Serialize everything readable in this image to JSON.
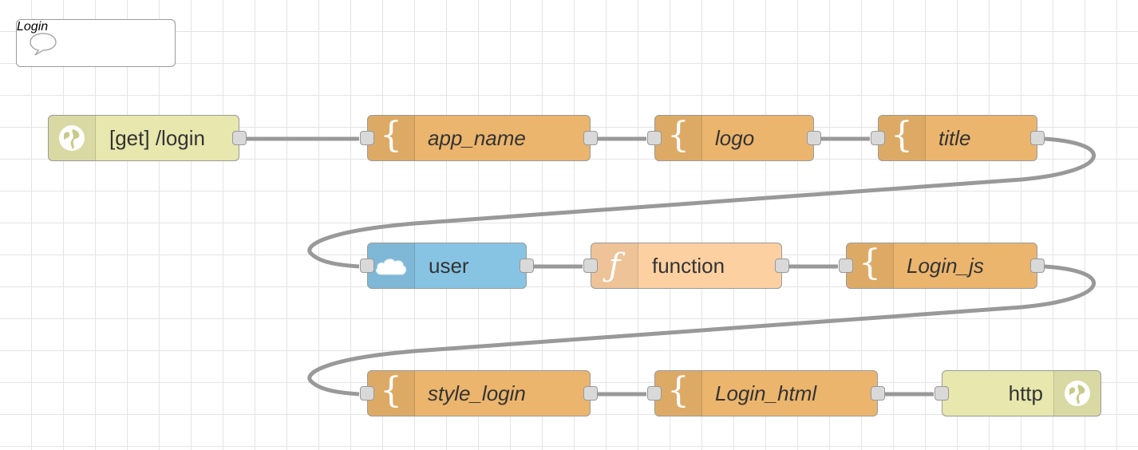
{
  "comment": {
    "label": "Login",
    "icon": "comment-icon"
  },
  "nodes": [
    {
      "id": "n1",
      "label": "[get] /login",
      "type": "http-in",
      "icon": "globe-icon",
      "italic": false
    },
    {
      "id": "n2",
      "label": "app_name",
      "type": "template",
      "icon": "brace-icon",
      "italic": true
    },
    {
      "id": "n3",
      "label": "logo",
      "type": "template",
      "icon": "brace-icon",
      "italic": true
    },
    {
      "id": "n4",
      "label": "title",
      "type": "template",
      "icon": "brace-icon",
      "italic": true
    },
    {
      "id": "n5",
      "label": "user",
      "type": "cloud",
      "icon": "cloud-icon",
      "italic": false
    },
    {
      "id": "n6",
      "label": "function",
      "type": "function",
      "icon": "function-icon",
      "italic": false
    },
    {
      "id": "n7",
      "label": "Login_js",
      "type": "template",
      "icon": "brace-icon",
      "italic": true
    },
    {
      "id": "n8",
      "label": "style_login",
      "type": "template",
      "icon": "brace-icon",
      "italic": true
    },
    {
      "id": "n9",
      "label": "Login_html",
      "type": "template",
      "icon": "brace-icon",
      "italic": true
    },
    {
      "id": "n10",
      "label": "http",
      "type": "http-response",
      "icon": "globe-icon",
      "italic": false
    }
  ],
  "wires": [
    [
      "n1",
      "n2"
    ],
    [
      "n2",
      "n3"
    ],
    [
      "n3",
      "n4"
    ],
    [
      "n4",
      "n5"
    ],
    [
      "n5",
      "n6"
    ],
    [
      "n6",
      "n7"
    ],
    [
      "n7",
      "n8"
    ],
    [
      "n8",
      "n9"
    ],
    [
      "n9",
      "n10"
    ]
  ],
  "colors": {
    "template": "#ebb56d",
    "http": "#e7e7ae",
    "cloud": "#87c4e4",
    "function": "#fdd0a2",
    "wire": "#999999",
    "port": "#d9d9d9"
  }
}
